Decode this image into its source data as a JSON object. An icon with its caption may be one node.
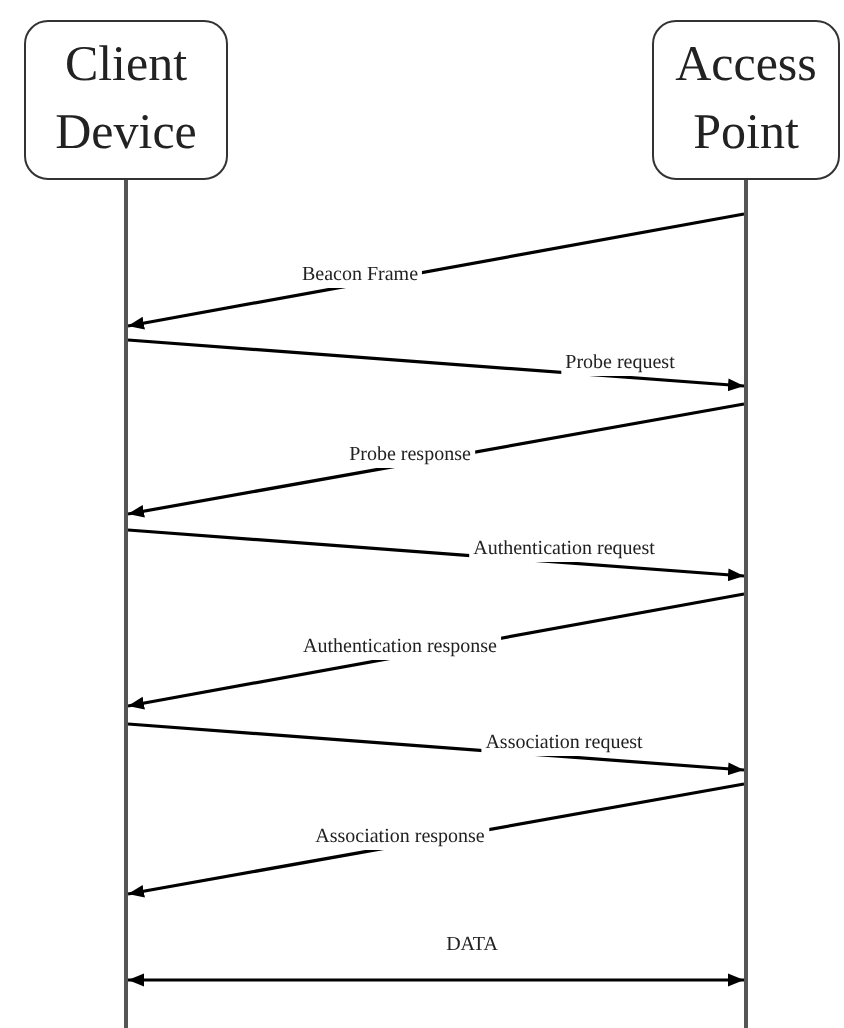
{
  "diagram": {
    "nodes": [
      {
        "text": [
          "Client Device"
        ]
      },
      {
        "text": [
          "Access Point"
        ]
      },
      {
        "text": [],
        "shape": "bar"
      },
      {
        "text": [],
        "shape": "bar"
      }
    ],
    "edges": [
      {
        "from": 3,
        "to": 2,
        "arrow": "to",
        "label": "Beacon Frame"
      },
      {
        "from": 2,
        "to": 3,
        "arrow": "to",
        "label": "Probe request"
      },
      {
        "from": 3,
        "to": 2,
        "arrow": "to",
        "label": "Probe response"
      },
      {
        "from": 2,
        "to": 3,
        "arrow": "to",
        "label": "Authentication request"
      },
      {
        "from": 3,
        "to": 2,
        "arrow": "to",
        "label": "Authentication response"
      },
      {
        "from": 2,
        "to": 3,
        "arrow": "to",
        "label": "Association request"
      },
      {
        "from": 3,
        "to": 2,
        "arrow": "to",
        "label": "Association response"
      },
      {
        "from": 2,
        "to": 3,
        "arrow": "both",
        "label": "DATA"
      }
    ]
  }
}
